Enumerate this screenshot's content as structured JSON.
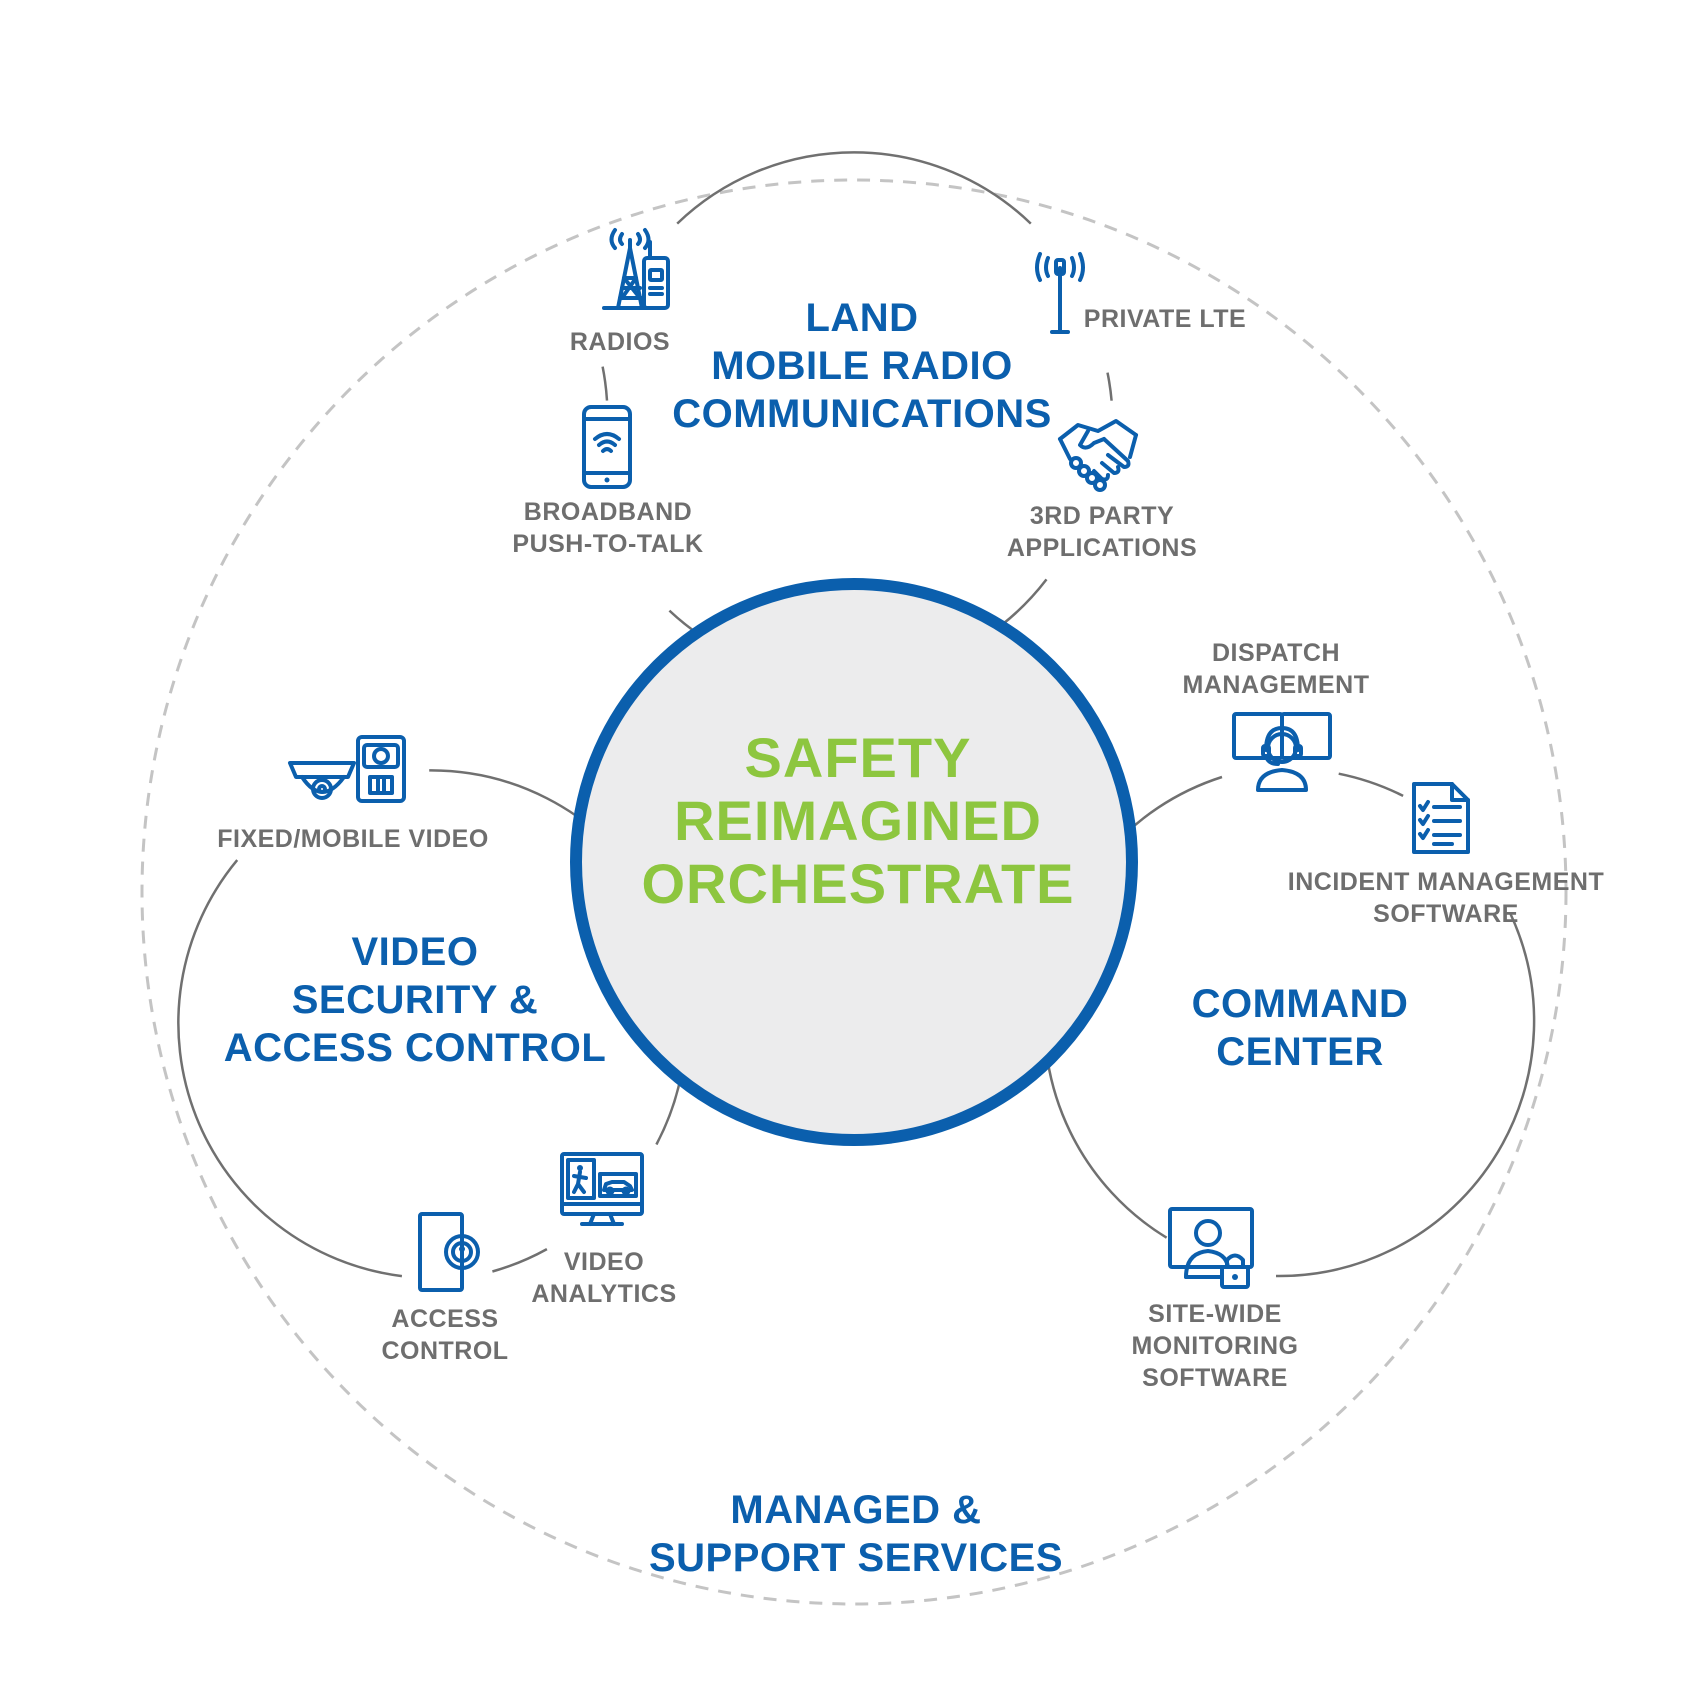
{
  "core": {
    "lines": [
      "SAFETY",
      "REIMAGINED",
      "ORCHESTRATE"
    ]
  },
  "outer": {
    "lines": [
      "MANAGED &",
      "SUPPORT SERVICES"
    ]
  },
  "lmr": {
    "title": [
      "LAND",
      "MOBILE RADIO",
      "COMMUNICATIONS"
    ],
    "items": {
      "radios": [
        "RADIOS"
      ],
      "private_lte": [
        "PRIVATE LTE"
      ],
      "broadband": [
        "BROADBAND",
        "PUSH-TO-TALK"
      ],
      "third_party": [
        "3RD PARTY",
        "APPLICATIONS"
      ]
    }
  },
  "video": {
    "title": [
      "VIDEO",
      "SECURITY &",
      "ACCESS CONTROL"
    ],
    "items": {
      "fixed_mobile": [
        "FIXED/MOBILE VIDEO"
      ],
      "analytics": [
        "VIDEO",
        "ANALYTICS"
      ],
      "access": [
        "ACCESS",
        "CONTROL"
      ]
    }
  },
  "command": {
    "title": [
      "COMMAND",
      "CENTER"
    ],
    "items": {
      "dispatch": [
        "DISPATCH",
        "MANAGEMENT"
      ],
      "incident": [
        "INCIDENT MANAGEMENT",
        "SOFTWARE"
      ],
      "sitewide": [
        "SITE-WIDE",
        "MONITORING",
        "SOFTWARE"
      ]
    }
  },
  "colors": {
    "brand_blue": "#0b5fad",
    "label_gray": "#6e6e6e",
    "accent_green": "#8dc63f",
    "core_fill": "#ececed",
    "ring_gray": "#707070",
    "dash_gray": "#c4c4c4"
  },
  "icons": {
    "radios": "radio-tower-icon",
    "private_lte": "antenna-icon",
    "broadband": "smartphone-wifi-icon",
    "third_party": "handshake-icon",
    "fixed_mobile": "camera-icon",
    "analytics": "monitor-analytics-icon",
    "access": "door-lock-icon",
    "dispatch": "dispatcher-headset-icon",
    "incident": "checklist-document-icon",
    "sitewide": "monitor-user-lock-icon"
  }
}
